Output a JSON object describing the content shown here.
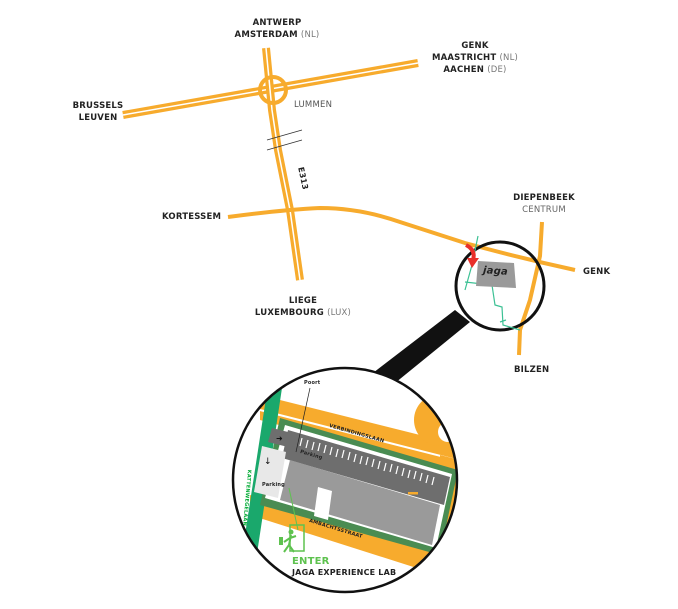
{
  "map": {
    "colors": {
      "road": "#f7ab2d",
      "road_inner": "#ffffff",
      "lens_border": "#111111",
      "path_green": "#3cc194",
      "building_gray": "#9a9a9a",
      "parking_dark": "#6e6e6e",
      "hedge_green": "#4a8c52",
      "street_green": "#1aa86c",
      "arrow_red": "#e8302a",
      "enter_green": "#5ec24f"
    },
    "destinations": {
      "north": {
        "line1": "ANTWERP",
        "line2": "AMSTERDAM",
        "line2_suffix": "(NL)"
      },
      "northeast": {
        "line1": "GENK",
        "line2": "MAASTRICHT",
        "line2_suffix": "(NL)",
        "line3": "AACHEN",
        "line3_suffix": "(DE)"
      },
      "west": {
        "line1": "BRUSSELS",
        "line2": "LEUVEN"
      },
      "south": {
        "line1": "LIEGE",
        "line2": "LUXEMBOURG",
        "line2_suffix": "(LUX)"
      },
      "local_west": "KORTESSEM",
      "local_north": {
        "line1": "DIEPENBEEK",
        "line2": "CENTRUM"
      },
      "local_east": "GENK",
      "local_south": "BILZEN"
    },
    "junction_label": "LUMMEN",
    "highway_label": "E313",
    "logo_text": "jaga",
    "detail": {
      "street_north": "VERBINDINGSLAAN",
      "street_south": "AMBACHTSSTRAAT",
      "street_west": "KATTENWEGELAAN",
      "gate_label": "Poort",
      "parking_main": "Parking",
      "parking_side": "Parking",
      "enter_label": "ENTER",
      "venue_label": "JAGA EXPERIENCE LAB"
    }
  }
}
